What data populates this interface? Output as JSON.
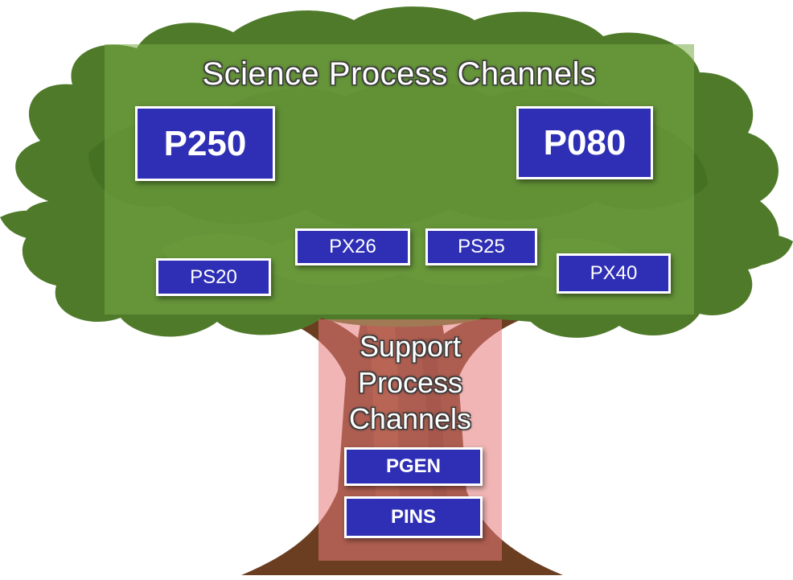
{
  "science": {
    "title": "Science Process Channels",
    "channels": [
      "P250",
      "P080",
      "PX26",
      "PS25",
      "PS20",
      "PX40"
    ]
  },
  "support": {
    "title_lines": [
      "Support",
      "Process",
      "Channels"
    ],
    "channels": [
      "PGEN",
      "PINS"
    ]
  },
  "colors": {
    "channel_box": "#2e2fb5",
    "science_panel": "#78aa46",
    "support_panel": "#e67878",
    "foliage": "#4f7a2a",
    "trunk": "#6b3e22"
  }
}
